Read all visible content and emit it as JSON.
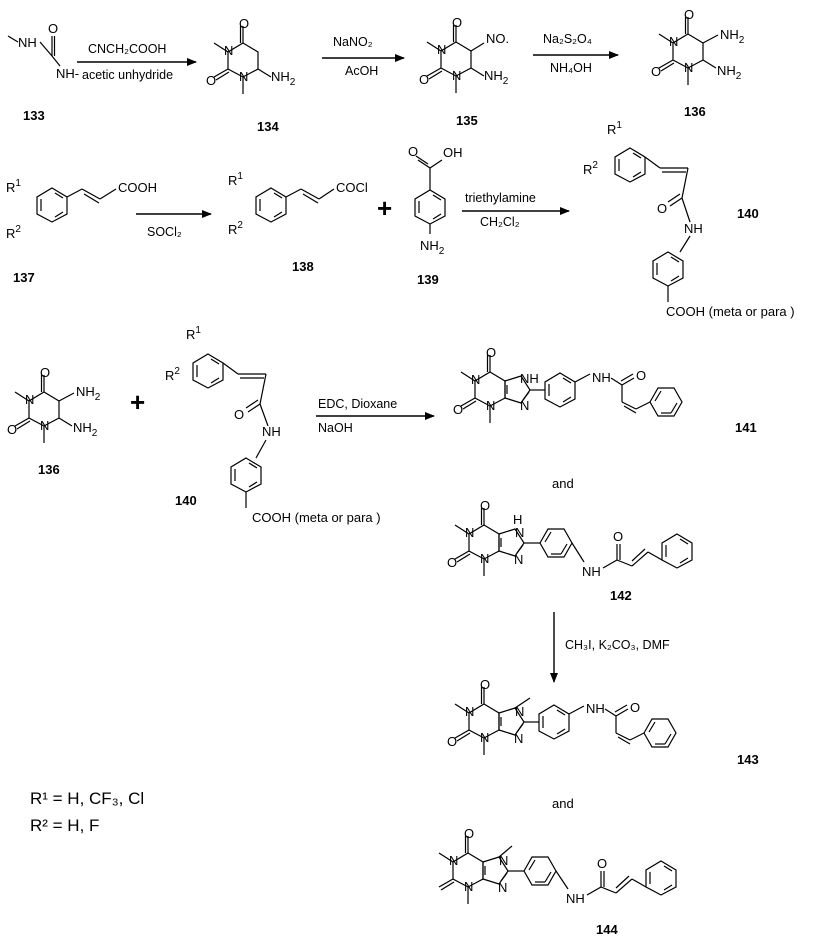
{
  "atoms": {
    "O": "O",
    "N": "N",
    "NH": "NH",
    "NH2": "NH",
    "sub2": "2",
    "NO": "NO",
    "OH": "OH",
    "H": "H",
    "COOH": "COOH",
    "COCl": "COCl",
    "R": "R",
    "sup1": "1",
    "sup2": "2",
    "NHdash": "NH-",
    "NHleft": "NH",
    "cooh_meta_para": "COOH (meta or para )",
    "and": "and",
    "plus": "+"
  },
  "compounds": {
    "c133": "133",
    "c134": "134",
    "c135": "135",
    "c136": "136",
    "c137": "137",
    "c138": "138",
    "c139": "139",
    "c140": "140",
    "c141": "141",
    "c142": "142",
    "c143": "143",
    "c144": "144"
  },
  "reagents": {
    "r1_top": "CNCH₂COOH",
    "r1_bottom": "acetic unhydride",
    "r2_top": "NaNO₂",
    "r2_bottom": "AcOH",
    "r3_top": "Na₂S₂O₄",
    "r3_bottom": "NH₄OH",
    "r4_bottom": "SOCl₂",
    "r5_top": "triethylamine",
    "r5_bottom": "CH₂Cl₂",
    "r6_top": "EDC, Dioxane",
    "r6_bottom": "NaOH",
    "r7": "CH₃I, K₂CO₃, DMF"
  },
  "substituents": {
    "r1_def": "R¹ = H, CF₃, Cl",
    "r2_def": "R² = H, F"
  }
}
